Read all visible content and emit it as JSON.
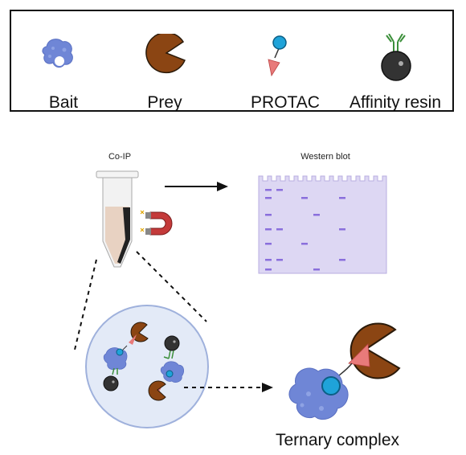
{
  "legend": {
    "items": [
      {
        "key": "bait",
        "label": "Bait",
        "icon": "bait-protein-icon"
      },
      {
        "key": "prey",
        "label": "Prey",
        "icon": "prey-pacman-icon"
      },
      {
        "key": "protac",
        "label": "PROTAC",
        "icon": "protac-molecule-icon"
      },
      {
        "key": "resin",
        "label": "Affinity resin",
        "icon": "affinity-resin-bead-icon"
      }
    ]
  },
  "workflow": {
    "coip_label": "Co-IP",
    "western_label": "Western blot"
  },
  "complex": {
    "label": "Ternary complex"
  },
  "colors": {
    "bait": "#6f86d6",
    "prey": "#8b4513",
    "protac_ball": "#1fa3d9",
    "protac_tip": "#e87a7a",
    "resin": "#333333",
    "antibody": "#3b8f3a",
    "blot_bg": "#ddd7f3",
    "blot_band": "#8a6fdc",
    "magnet": "#c43a3a",
    "circle_fill": "#e3eaf7",
    "circle_stroke": "#9fb1dc"
  }
}
